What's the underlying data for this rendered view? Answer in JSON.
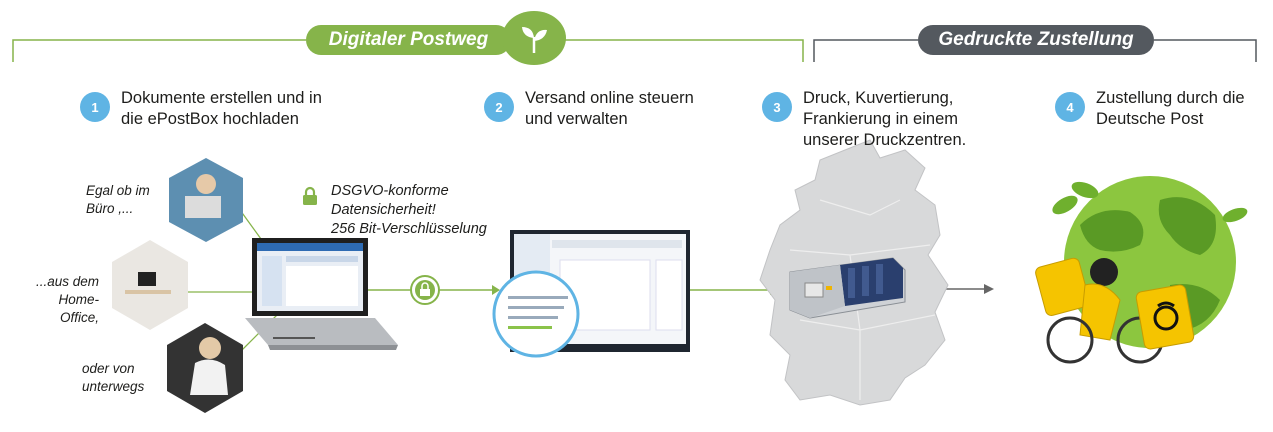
{
  "banners": {
    "digital": "Digitaler Postweg",
    "printed": "Gedruckte Zustellung"
  },
  "steps": [
    {
      "number": "1",
      "line1": "Dokumente erstellen und in",
      "line2": "die ePostBox hochladen"
    },
    {
      "number": "2",
      "line1": "Versand online steuern",
      "line2": "und verwalten"
    },
    {
      "number": "3",
      "line1": "Druck, Kuvertierung,",
      "line2": "Frankierung in einem",
      "line3": "unserer Druckzentren."
    },
    {
      "number": "4",
      "line1": "Zustellung durch die",
      "line2": "Deutsche Post"
    }
  ],
  "locations": {
    "office_l1": "Egal ob im",
    "office_l2": "Büro ,...",
    "home_l1": "...aus dem",
    "home_l2": "Home-Office,",
    "mobile_l1": "oder von",
    "mobile_l2": "unterwegs"
  },
  "security": {
    "line1": "DSGVO-konforme",
    "line2": "Datensicherheit!",
    "line3": "256 Bit-Verschlüsselung"
  },
  "colors": {
    "green": "#86b44a",
    "grey": "#54595f",
    "step_blue": "#5fb4e4",
    "post_yellow": "#f5c400"
  },
  "icons": [
    "leaf-icon",
    "padlock-icon",
    "post-horn-icon"
  ]
}
